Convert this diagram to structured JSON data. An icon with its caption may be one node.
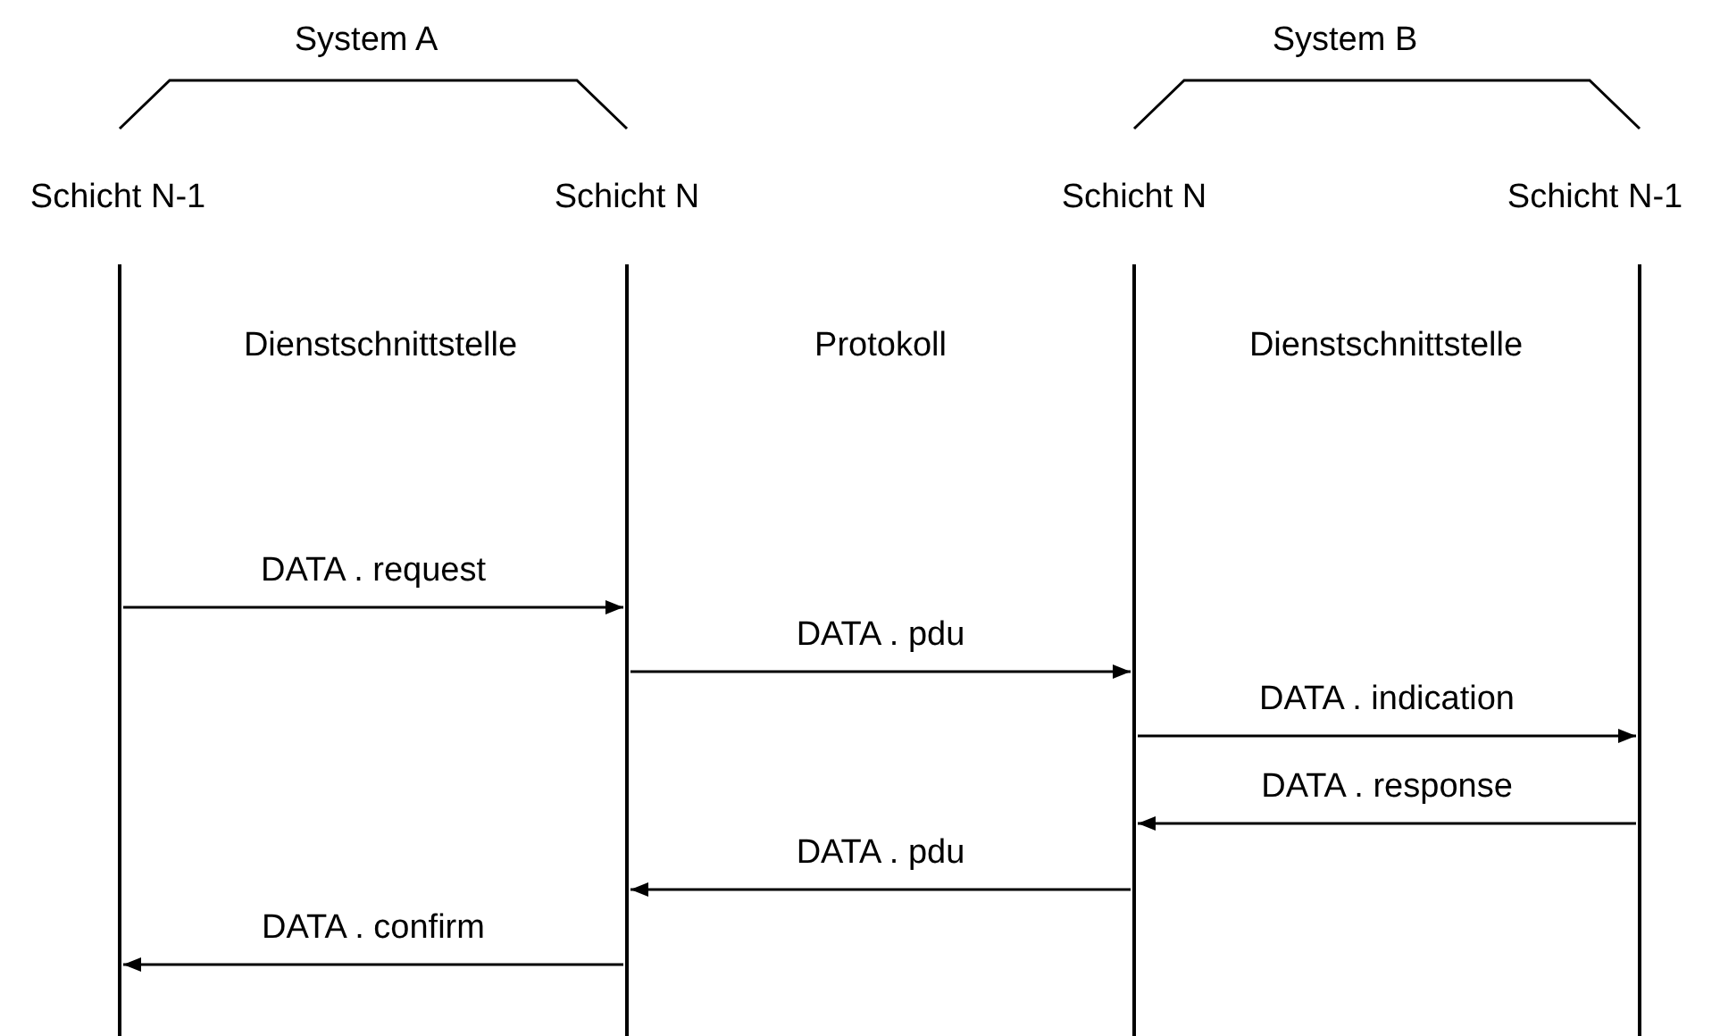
{
  "diagram": {
    "nodes": [
      {
        "text": [
          "Schicht N-1"
        ]
      },
      {
        "text": [
          "Schicht N"
        ]
      },
      {
        "text": [
          "Schicht N"
        ]
      },
      {
        "text": [
          "Schicht N-1"
        ]
      }
    ],
    "edges": [
      {
        "from": 0,
        "to": 1,
        "arrow": "to",
        "label": "DATA . request"
      },
      {
        "from": 1,
        "to": 2,
        "arrow": "to",
        "label": "DATA . pdu"
      },
      {
        "from": 2,
        "to": 3,
        "arrow": "to",
        "label": "DATA . indication"
      },
      {
        "from": 3,
        "to": 2,
        "arrow": "to",
        "label": "DATA . response"
      },
      {
        "from": 2,
        "to": 1,
        "arrow": "to",
        "label": "DATA . pdu"
      },
      {
        "from": 1,
        "to": 0,
        "arrow": "to",
        "label": "DATA . confirm"
      }
    ],
    "labels": [
      "System A",
      "System B",
      "Dienstschnittstelle",
      "Protokoll",
      "Dienstschnittstelle"
    ]
  }
}
